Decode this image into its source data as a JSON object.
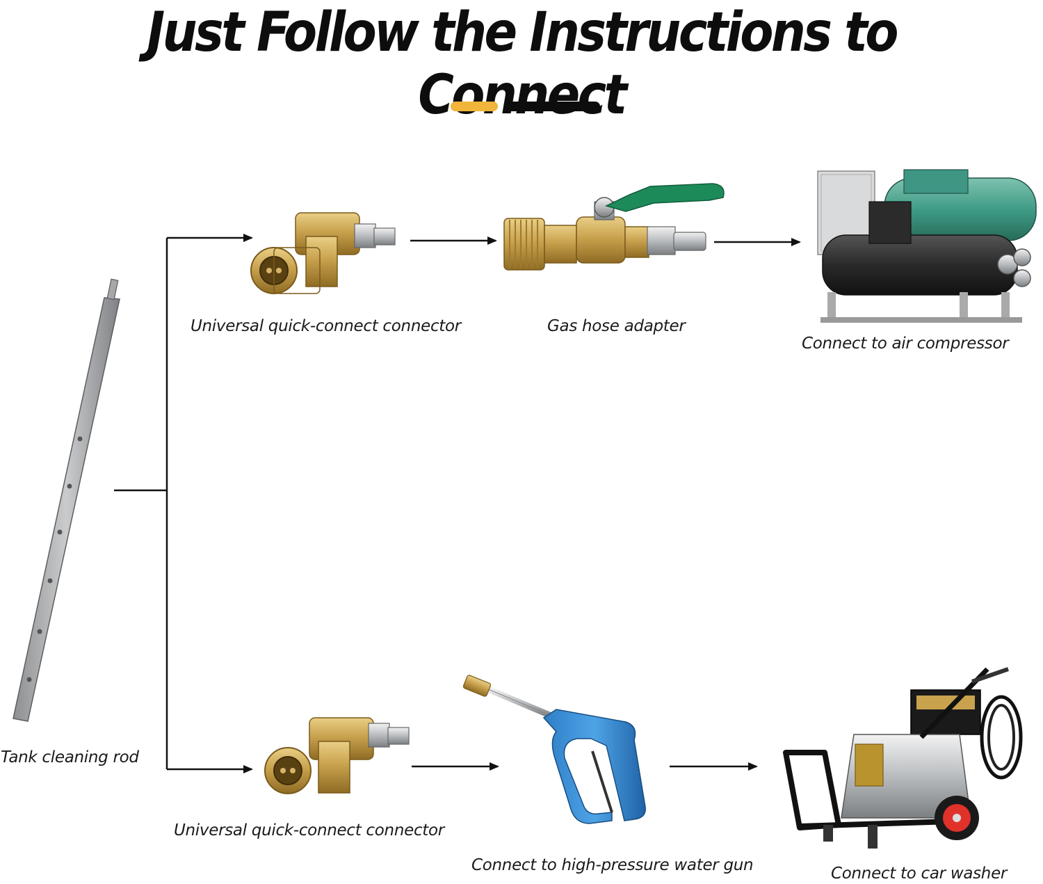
{
  "title": "Just Follow the Instructions to Connect",
  "accent_colors": {
    "yellow": "#f0b53a",
    "black": "#0d0d0d"
  },
  "labels": {
    "rod": "Tank cleaning rod",
    "top_connector": "Universal quick-connect connector",
    "gas_adapter": "Gas hose adapter",
    "air_compressor": "Connect to air compressor",
    "bottom_connector": "Universal quick-connect connector",
    "water_gun": "Connect to high-pressure water gun",
    "car_washer": "Connect to car washer"
  },
  "icons": {
    "rod": "tank-cleaning-rod-icon",
    "connector": "quick-connect-connector-icon",
    "adapter": "gas-hose-adapter-icon",
    "compressor": "air-compressor-icon",
    "gun": "water-gun-icon",
    "washer": "car-washer-icon"
  }
}
